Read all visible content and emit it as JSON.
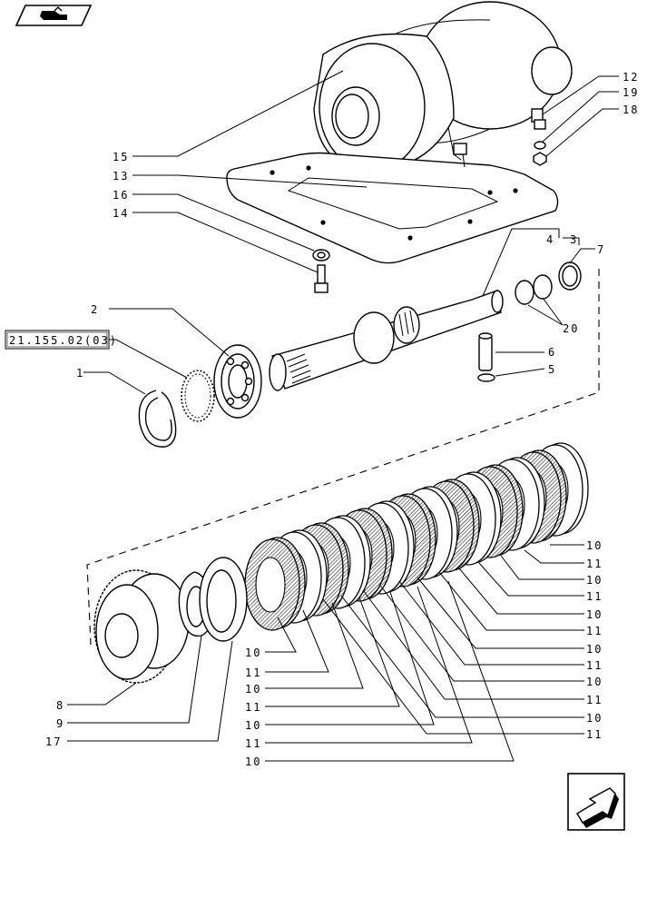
{
  "reference_box": "21.155.02(03)",
  "nav": {
    "top_icon": "book-hand-icon",
    "bottom_icon": "back-arrow-icon"
  },
  "callouts": {
    "c1": "1",
    "c2": "2",
    "c3": "3",
    "c4": "4",
    "c5": "5",
    "c6": "6",
    "c7": "7",
    "c8": "8",
    "c9": "9",
    "c10": "10",
    "c11": "11",
    "c12": "12",
    "c13": "13",
    "c14": "14",
    "c15": "15",
    "c16": "16",
    "c17": "17",
    "c18": "18",
    "c19": "19",
    "c20": "20"
  }
}
